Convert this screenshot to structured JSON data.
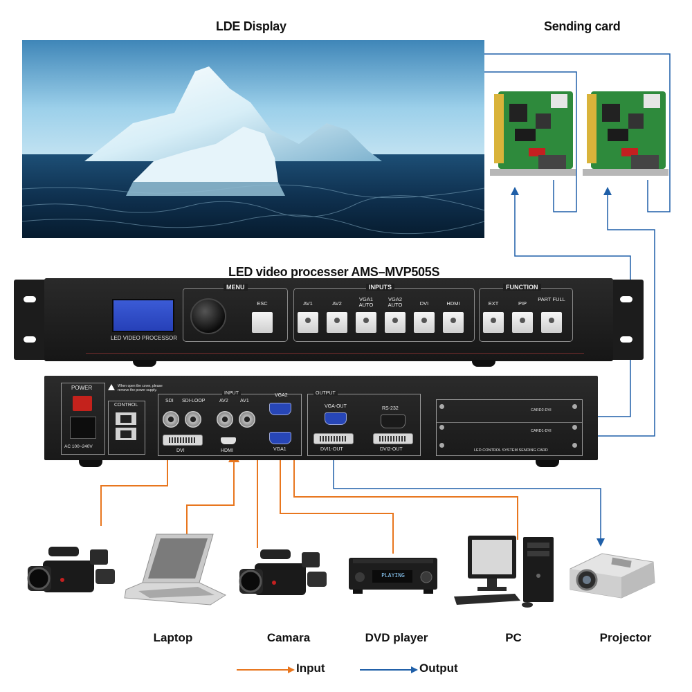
{
  "titles": {
    "led_display": "LDE  Display",
    "sending_card": "Sending card",
    "processor": "LED video processer AMS–MVP505S"
  },
  "front_panel": {
    "lcd_caption": "LED VIDEO PROCESSOR",
    "menu": {
      "title": "MENU",
      "esc": "ESC"
    },
    "inputs": {
      "title": "INPUTS",
      "keys": [
        "AV1",
        "AV2",
        "VGA1 AUTO",
        "VGA2 AUTO",
        "DVI",
        "HDMI"
      ]
    },
    "function": {
      "title": "FUNCTION",
      "keys": [
        "EXT",
        "PIP",
        "PART FULL"
      ]
    }
  },
  "rear_panel": {
    "power_title": "POWER",
    "power_rating": "AC 100~240V",
    "warning": "When open the cover, please remove the power supply.",
    "control_title": "CONTROL",
    "input_title": "INPUT",
    "input_ports": {
      "sdi": "SDI",
      "sdi_loop": "SDI-LOOP",
      "av2": "AV2",
      "av1": "AV1",
      "vga2": "VGA2",
      "dvi": "DVI",
      "hdmi": "HDMI",
      "vga1": "VGA1"
    },
    "output_title": "OUTPUT",
    "output_ports": {
      "vga_out": "VGA-OUT",
      "dvi1_out": "DVI1-OUT",
      "dvi2_out": "DVI2-OUT"
    },
    "rs232": "RS-232",
    "card2": "CARD2-DVI",
    "card1": "CARD1-DVI",
    "sending_card_caption": "LED CONTROL SYSTEM SENDING CARD"
  },
  "devices": {
    "laptop": "Laptop",
    "camera": "Camara",
    "dvd": "DVD player",
    "dvd_screen": "PLAYING",
    "pc": "PC",
    "projector": "Projector"
  },
  "legend": {
    "input": "Input",
    "output": "Output"
  },
  "colors": {
    "input": "#e8761e",
    "output": "#1f5fa8"
  }
}
